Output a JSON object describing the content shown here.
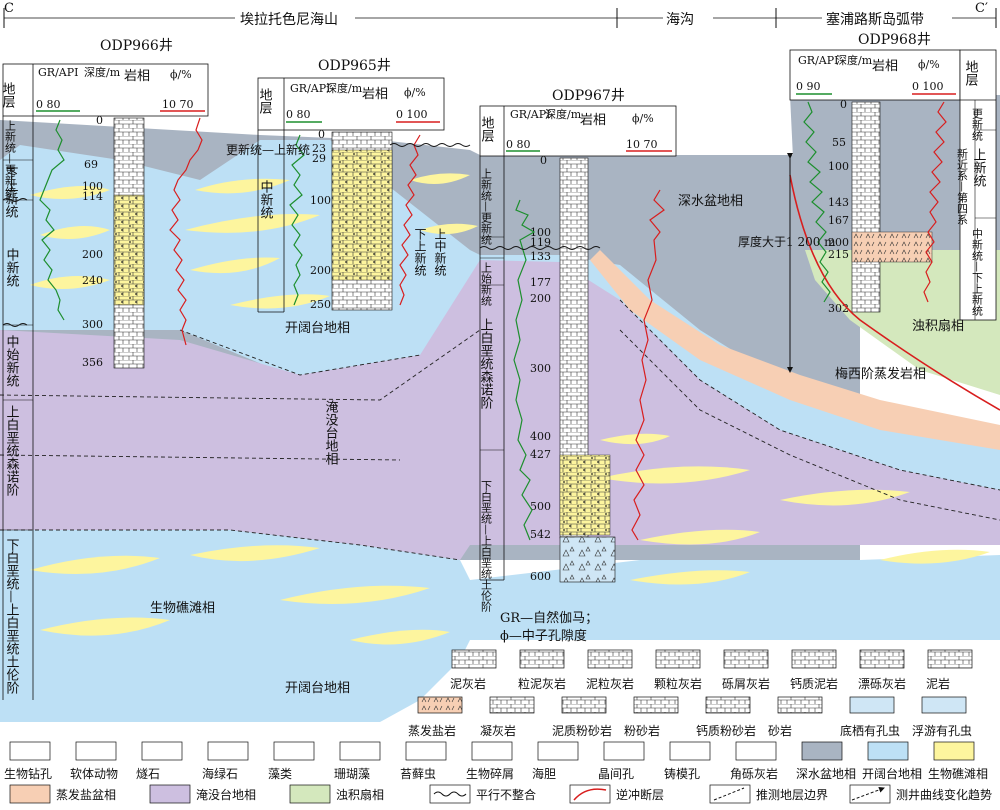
{
  "corners": {
    "left": "C",
    "right": "C′"
  },
  "regions": [
    {
      "label": "埃拉托色尼海山"
    },
    {
      "label": "海沟"
    },
    {
      "label": "塞浦路斯岛弧带"
    }
  ],
  "wells": {
    "w966": {
      "name": "ODP966井",
      "header": {
        "strata": "地层",
        "gr": "GR/API",
        "gr_range": "0   80",
        "depth": "深度/m",
        "litho": "岩相",
        "phi": "ϕ/%",
        "phi_range": "10  70"
      },
      "strata": [
        "上新统—更新统",
        "下上新统",
        "中新统",
        "中始新统",
        "上白垩统森诺阶",
        "下白垩统—上白垩统土伦阶"
      ],
      "depths": [
        "0",
        "69",
        "100",
        "114",
        "200",
        "240",
        "300",
        "356"
      ]
    },
    "w965": {
      "name": "ODP965井",
      "header": {
        "strata": "地层",
        "gr": "GR/API",
        "gr_range": "0   80",
        "depth": "深度/m",
        "litho": "岩相",
        "phi": "ϕ/%",
        "phi_range": "0   100"
      },
      "strata": [
        "中新统"
      ],
      "depths": [
        "0",
        "23",
        "29",
        "100",
        "200",
        "250"
      ]
    },
    "w967": {
      "name": "ODP967井",
      "header": {
        "strata": "地层",
        "gr": "GR/API",
        "gr_range": "0   80",
        "depth": "深度/m",
        "litho": "岩相",
        "phi": "ϕ/%",
        "phi_range": "10  70"
      },
      "strata": [
        "上新统—更新统",
        "上始新统",
        "上白垩统森诺阶",
        "下白垩统—上白垩统土伦阶"
      ],
      "depths": [
        "0",
        "100",
        "119",
        "133",
        "177",
        "200",
        "300",
        "400",
        "427",
        "500",
        "542",
        "600"
      ]
    },
    "w968": {
      "name": "ODP968井",
      "header": {
        "strata": "地层",
        "gr": "GR/API",
        "gr_range": "0   90",
        "depth": "深度/m",
        "litho": "岩相",
        "phi": "ϕ/%",
        "phi_range": "0  100"
      },
      "strata": [
        "更新统",
        "上新统",
        "新近系—第四系",
        "中新统—下上新统"
      ],
      "depths": [
        "0",
        "55",
        "100",
        "143",
        "167",
        "200",
        "215",
        "302"
      ]
    }
  },
  "annotations": {
    "ext1": "更新统—上新统",
    "ext2": "下上新统",
    "ext3": "上中新统",
    "deep_basin": "深水盆地相",
    "thickness": "厚度大于1 200 m",
    "messinian": "梅西阶蒸发岩相",
    "turbidite": "浊积扇相",
    "open_platform1": "开阔台地相",
    "drowned": "淹没台地相",
    "reef": "生物礁滩相",
    "open_platform2": "开阔台地相",
    "gr_note": "GR—自然伽马；",
    "phi_note": "ϕ—中子孔隙度"
  },
  "legend": {
    "row1": [
      "泥灰岩",
      "粒泥灰岩",
      "泥粒灰岩",
      "颗粒灰岩",
      "砾屑灰岩",
      "钙质泥岩",
      "漂砾灰岩",
      "泥岩"
    ],
    "row2": [
      "蒸发盐岩",
      "凝灰岩",
      "泥质粉砂岩",
      "粉砂岩",
      "钙质粉砂岩",
      "砂岩",
      "底栖有孔虫",
      "浮游有孔虫"
    ],
    "row3": [
      "生物钻孔",
      "软体动物",
      "燧石",
      "海绿石",
      "藻类",
      "珊瑚藻",
      "苔藓虫",
      "生物碎屑",
      "海胆",
      "晶间孔",
      "铸模孔",
      "角砾灰岩",
      "深水盆地相",
      "开阔台地相",
      "生物礁滩相"
    ],
    "row4": [
      "蒸发盐盆相",
      "淹没台地相",
      "浊积扇相",
      "平行不整合",
      "逆冲断层",
      "推测地层边界",
      "测井曲线变化趋势"
    ]
  },
  "colors": {
    "deep_basin": "#a9b4c2",
    "open_platform": "#bde0f5",
    "reef": "#fdf59e",
    "evaporite": "#f7cfb4",
    "drowned": "#cdbfe0",
    "turbidite": "#d4e8bd",
    "gr_curve": "#1d8f2e",
    "phi_curve": "#d81e1e"
  }
}
